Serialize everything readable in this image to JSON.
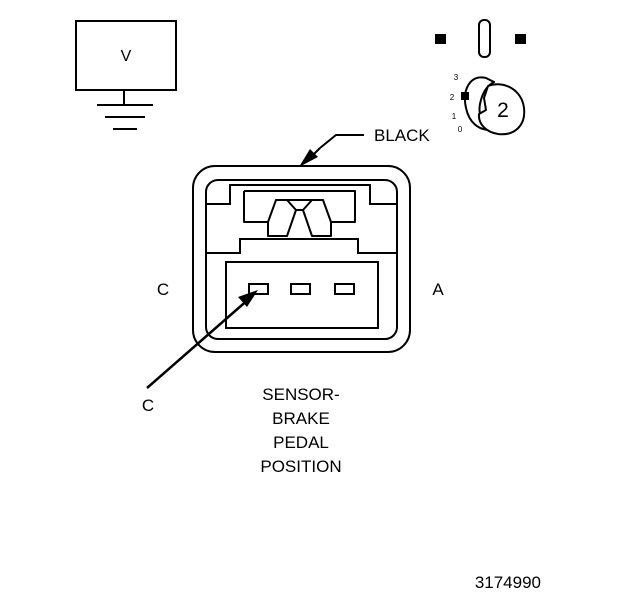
{
  "voltmeter": {
    "symbol": "V"
  },
  "ignition_switch": {
    "position_marks": [
      "3",
      "2",
      "1",
      "0"
    ],
    "selected_position": "2"
  },
  "connector": {
    "wire_color_label": "BLACK",
    "left_cavity_label": "C",
    "right_cavity_label": "A",
    "probe_pin_label": "C"
  },
  "component_name": {
    "line1": "SENSOR-",
    "line2": "BRAKE",
    "line3": "PEDAL",
    "line4": "POSITION"
  },
  "figure_number": "3174990",
  "colors": {
    "ink": "#000000",
    "paper": "#ffffff"
  }
}
